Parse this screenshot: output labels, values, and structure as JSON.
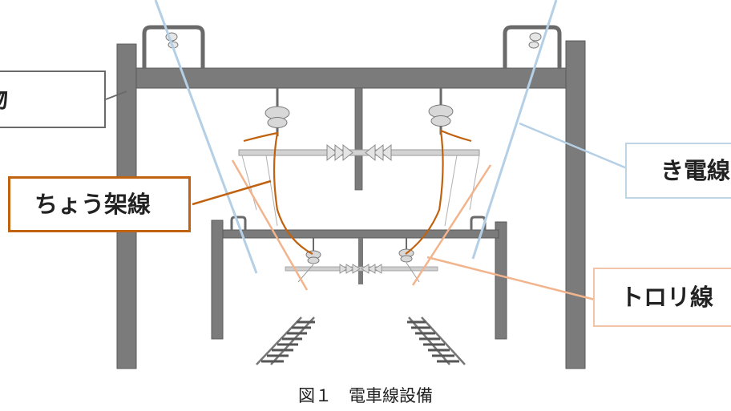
{
  "labels": {
    "support": "線支持物",
    "catenary": "ちょう架線",
    "feeder": "き電線",
    "trolley": "トロリ線"
  },
  "caption": "図１　電車線設備",
  "colors": {
    "structure": "#7b7b7b",
    "structure_outline": "#5a5a5a",
    "catenary": "#c0620f",
    "feeder": "#b4cfe6",
    "trolley": "#f2b48c",
    "support_border": "#6a6a6a",
    "catenary_border": "#c0620f",
    "feeder_border": "#bed5e6",
    "trolley_border": "#f2c4a8",
    "insulator": "#d8d8d8"
  }
}
